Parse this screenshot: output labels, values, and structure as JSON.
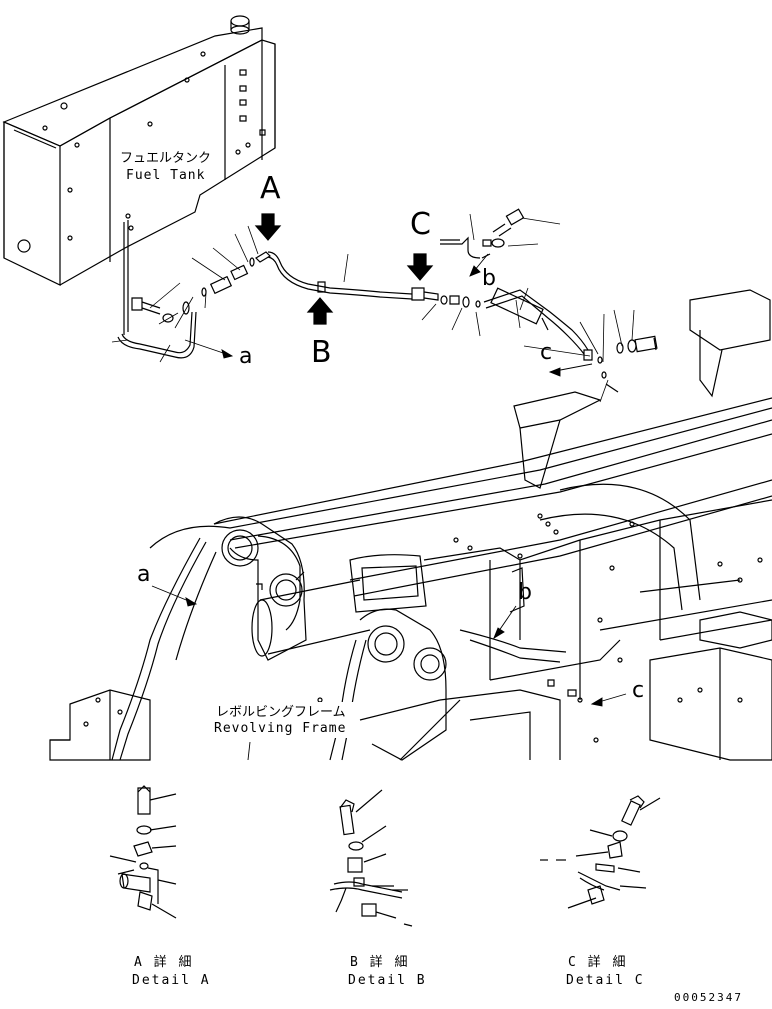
{
  "labels": {
    "fuel_tank_ja": "フュエルタンク",
    "fuel_tank_en": "Fuel Tank",
    "frame_ja": "レボルビングフレーム",
    "frame_en": "Revolving Frame",
    "view_a": "A",
    "view_b": "B",
    "view_c": "C",
    "ref_a": "a",
    "ref_b": "b",
    "ref_c": "c",
    "detail_a_ja": "A 詳 細",
    "detail_a_en": "Detail A",
    "detail_b_ja": "B 詳 細",
    "detail_b_en": "Detail B",
    "detail_c_ja": "C 詳 細",
    "detail_c_en": "Detail C",
    "drawing_no": "00052347"
  },
  "colors": {
    "line": "#000000",
    "background": "#ffffff"
  }
}
